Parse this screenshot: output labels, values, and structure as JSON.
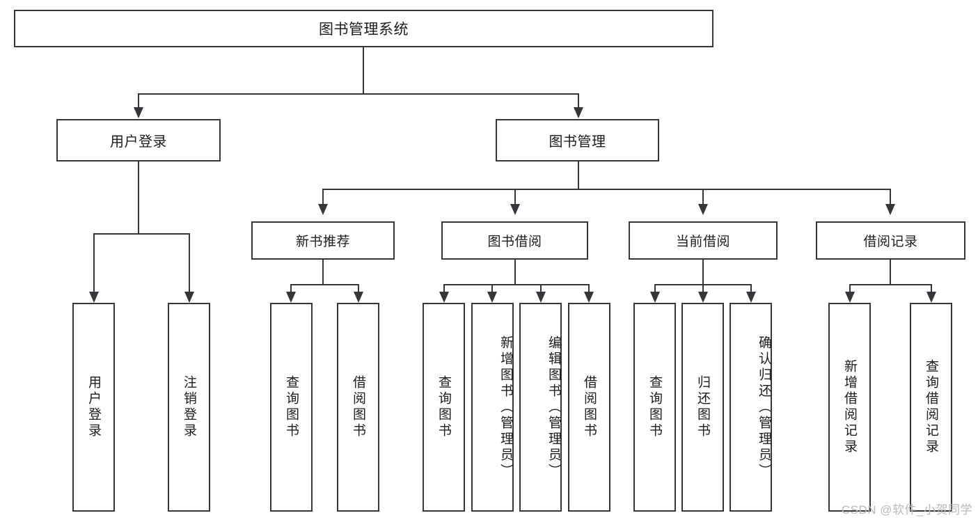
{
  "diagram": {
    "title": "图书管理系统",
    "type": "hierarchy-tree",
    "accent_color": "#33373b",
    "background_color": "#ffffff",
    "root": {
      "label": "图书管理系统"
    },
    "level2": [
      {
        "label": "用户登录"
      },
      {
        "label": "图书管理"
      }
    ],
    "level3": [
      {
        "label": "新书推荐"
      },
      {
        "label": "图书借阅"
      },
      {
        "label": "当前借阅"
      },
      {
        "label": "借阅记录"
      }
    ],
    "leaves": {
      "user_login": [
        {
          "label": "用户登录"
        },
        {
          "label": "注销登录"
        }
      ],
      "new_book_recommend": [
        {
          "label": "查询图书"
        },
        {
          "label": "借阅图书"
        }
      ],
      "book_borrow": [
        {
          "label": "查询图书"
        },
        {
          "label": "新增图书（管理员）"
        },
        {
          "label": "编辑图书（管理员）"
        },
        {
          "label": "借阅图书"
        }
      ],
      "current_borrow": [
        {
          "label": "查询图书"
        },
        {
          "label": "归还图书"
        },
        {
          "label": "确认归还（管理员）"
        }
      ],
      "borrow_record": [
        {
          "label": "新增借阅记录"
        },
        {
          "label": "查询借阅记录"
        }
      ]
    }
  },
  "watermark": {
    "text": "CSDN @软件_小贺同学"
  }
}
